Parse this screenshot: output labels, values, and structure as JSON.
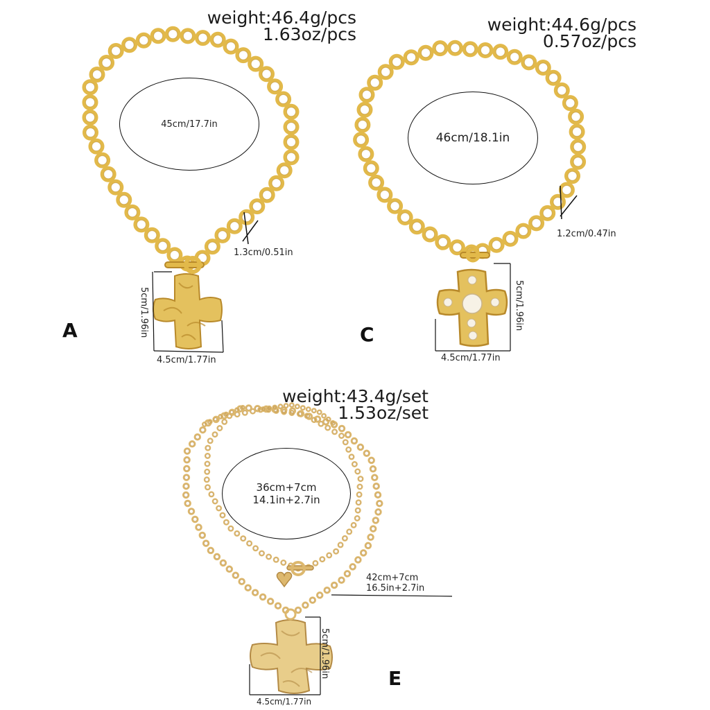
{
  "colors": {
    "gold_a": "#e2b94a",
    "gold_a_dark": "#b8892a",
    "gold_e": "#ddb86e",
    "gold_e_dark": "#b38a45",
    "pearl": "#f7f2e6",
    "line": "#111111"
  },
  "items": {
    "a": {
      "letter": "A",
      "weight_line1": "weight:46.4g/pcs",
      "weight_line2": "1.63oz/pcs",
      "length": "45cm/17.7in",
      "link_size": "1.3cm/0.51in",
      "pendant_height": "5cm/1.96in",
      "pendant_width": "4.5cm/1.77in"
    },
    "c": {
      "letter": "C",
      "weight_line1": "weight:44.6g/pcs",
      "weight_line2": "0.57oz/pcs",
      "length": "46cm/18.1in",
      "link_size": "1.2cm/0.47in",
      "pendant_height": "5cm/1.96in",
      "pendant_width": "4.5cm/1.77in"
    },
    "e": {
      "letter": "E",
      "weight_line1": "weight:43.4g/set",
      "weight_line2": "1.53oz/set",
      "inner_length_line1": "36cm+7cm",
      "inner_length_line2": "14.1in+2.7in",
      "outer_length_line1": "42cm+7cm",
      "outer_length_line2": "16.5in+2.7in",
      "pendant_height": "5cm/1.96in",
      "pendant_width": "4.5cm/1.77in"
    }
  }
}
